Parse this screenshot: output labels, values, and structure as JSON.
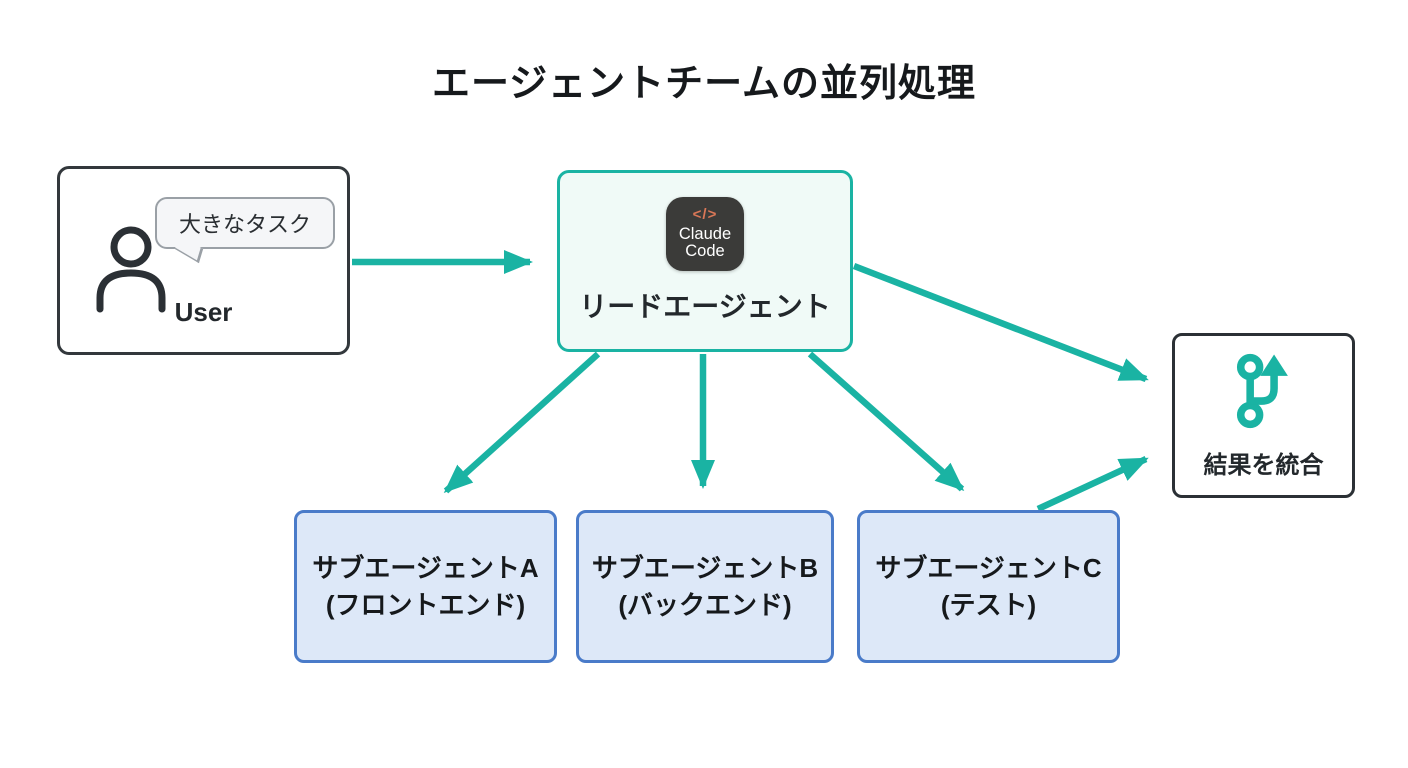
{
  "title": "エージェントチームの並列処理",
  "user_box": {
    "label": "User",
    "speech_bubble": "大きなタスク"
  },
  "lead_agent": {
    "label": "リードエージェント",
    "badge": {
      "icon_glyph": "</>",
      "line1": "Claude",
      "line2": "Code"
    }
  },
  "subagents": [
    {
      "line1": "サブエージェントA",
      "line2": "(フロントエンド)"
    },
    {
      "line1": "サブエージェントB",
      "line2": "(バックエンド)"
    },
    {
      "line1": "サブエージェントC",
      "line2": "(テスト)"
    }
  ],
  "results_box": {
    "label": "結果を統合"
  },
  "colors": {
    "teal": "#1ab3a3",
    "lead-bg": "#f0faf7",
    "sub-border": "#4a7bc9",
    "sub-bg": "#dde8f8",
    "dark": "#23282c",
    "badge-bg": "#3b3b39",
    "badge-icon": "#d97757"
  }
}
